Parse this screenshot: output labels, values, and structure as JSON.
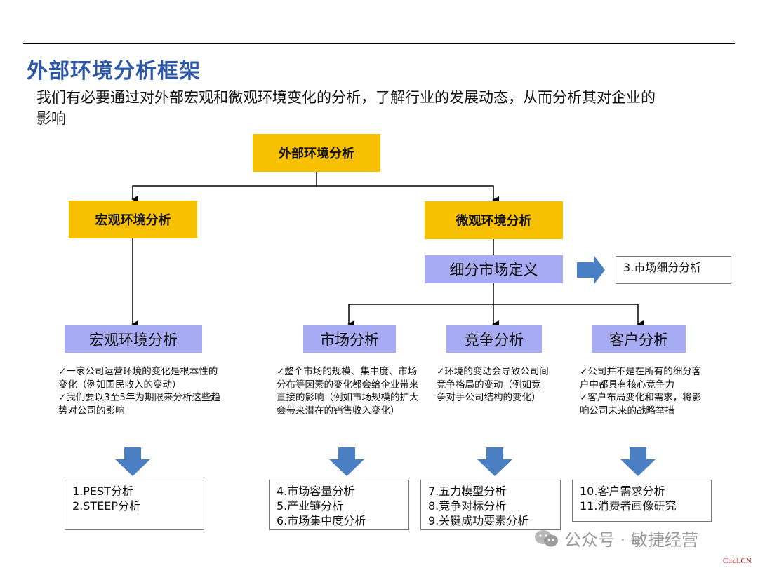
{
  "title": "外部环境分析框架",
  "subtitle": "我们有必要通过对外部宏观和微观环境变化的分析，了解行业的发展动态，从而分析其对企业的影响",
  "top_node": "外部环境分析",
  "macro_node": "宏观环境分析",
  "micro_node": "微观环境分析",
  "segment_node": "细分市场定义",
  "segment_output": "3.市场细分分析",
  "columns": [
    {
      "label": "宏观环境分析",
      "desc": [
        "✓一家公司运营环境的变化是根本性的变化（例如国民收入的变动）",
        "✓我们要以3至5年为期限来分析这些趋势对公司的影响"
      ],
      "outputs": [
        "1.PEST分析",
        "2.STEEP分析"
      ]
    },
    {
      "label": "市场分析",
      "desc": [
        "✓整个市场的规模、集中度、市场分布等因素的变化都会给企业带来直接的影响（例如市场规模的扩大会带来潜在的销售收入变化）"
      ],
      "outputs": [
        "4.市场容量分析",
        "5.产业链分析",
        "6.市场集中度分析"
      ]
    },
    {
      "label": "竞争分析",
      "desc": [
        "✓环境的变动会导致公司间竞争格局的变动（例如竞争对手公司结构的变化）"
      ],
      "outputs": [
        "7.五力模型分析",
        "8.竞争对标分析",
        "9.关键成功要素分析"
      ]
    },
    {
      "label": "客户分析",
      "desc": [
        "✓公司并不是在所有的细分客户中都具有核心竞争力",
        "✓客户布局变化和需求，将影响公司未来的战略举措"
      ],
      "outputs": [
        "10.客户需求分析",
        "11.消费者画像研究"
      ]
    }
  ],
  "watermark": "公众号 · 敏捷经营",
  "credit": "Ctrol.CN",
  "colors": {
    "title": "#2e57a7",
    "orange": "#f7c000",
    "lavender": "#a7abf3",
    "arrow_blue": "#4a7fc4"
  }
}
